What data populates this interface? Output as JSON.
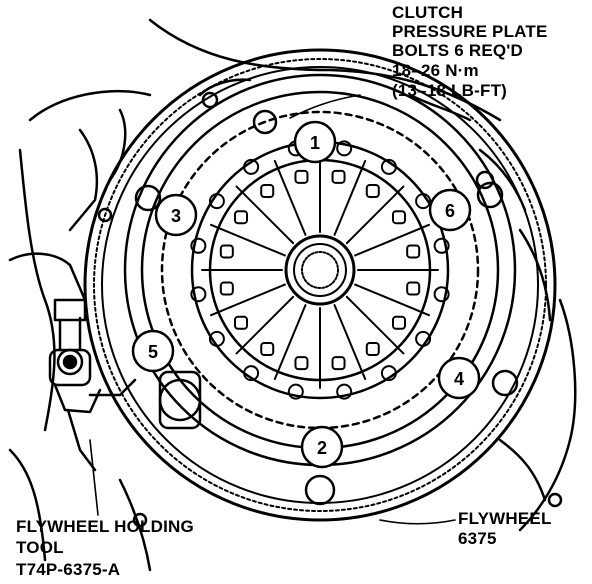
{
  "labels": {
    "pressure_plate": {
      "line1": "CLUTCH",
      "line2": "PRESSURE PLATE",
      "line3": "BOLTS 6 REQ'D",
      "line4": "18–26 N·m",
      "line5": "(13–18 LB-FT)"
    },
    "holding_tool": {
      "line1": "FLYWHEEL HOLDING",
      "line2": "TOOL",
      "line3": "T74P-6375-A"
    },
    "flywheel": {
      "line1": "FLYWHEEL",
      "line2": "6375"
    }
  },
  "bolt_sequence": [
    "1",
    "2",
    "3",
    "4",
    "5",
    "6"
  ],
  "colors": {
    "ink": "#000000",
    "paper": "#ffffff"
  }
}
